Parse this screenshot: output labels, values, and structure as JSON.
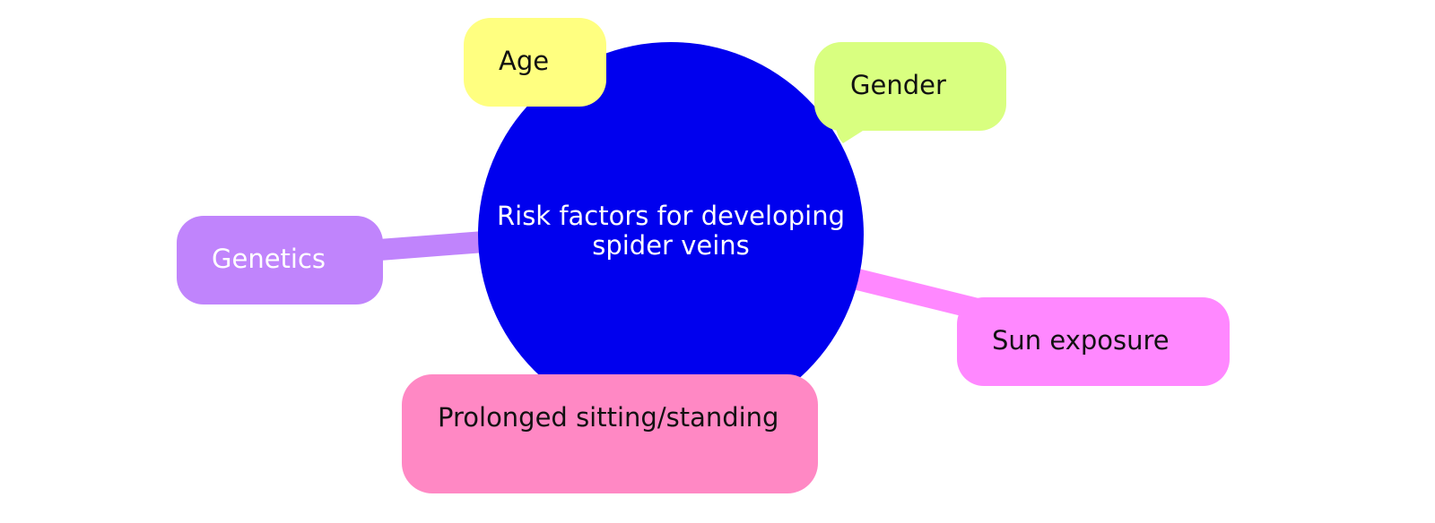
{
  "center": {
    "line1": "Risk factors for developing",
    "line2": "spider veins",
    "fill": "#0000ee",
    "text_color": "#ffffff"
  },
  "nodes": {
    "age": {
      "label": "Age",
      "fill": "#ffff80",
      "text_color": "#111111"
    },
    "gender": {
      "label": "Gender",
      "fill": "#d9ff80",
      "text_color": "#111111"
    },
    "genetics": {
      "label": "Genetics",
      "fill": "#c084fc",
      "text_color": "#ffffff"
    },
    "sun_exposure": {
      "label": "Sun exposure",
      "fill": "#ff88ff",
      "text_color": "#111111"
    },
    "prolonged": {
      "label": "Prolonged sitting/standing",
      "fill": "#ff88c4",
      "text_color": "#111111"
    }
  }
}
